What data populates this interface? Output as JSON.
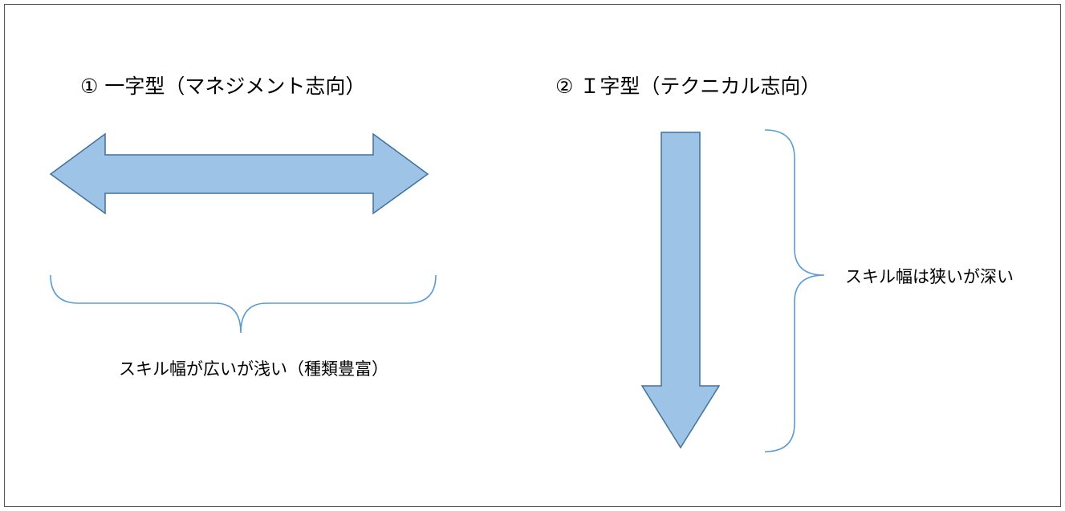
{
  "left_panel": {
    "heading": "① 一字型（マネジメント志向）",
    "caption": "スキル幅が広いが浅い（種類豊富）"
  },
  "right_panel": {
    "heading": "② Ｉ字型（テクニカル志向）",
    "caption": "スキル幅は狭いが深い"
  },
  "colors": {
    "arrow_fill": "#9dc3e6",
    "arrow_stroke": "#41719c",
    "brace_stroke": "#5b9bd5",
    "border": "#555555"
  }
}
